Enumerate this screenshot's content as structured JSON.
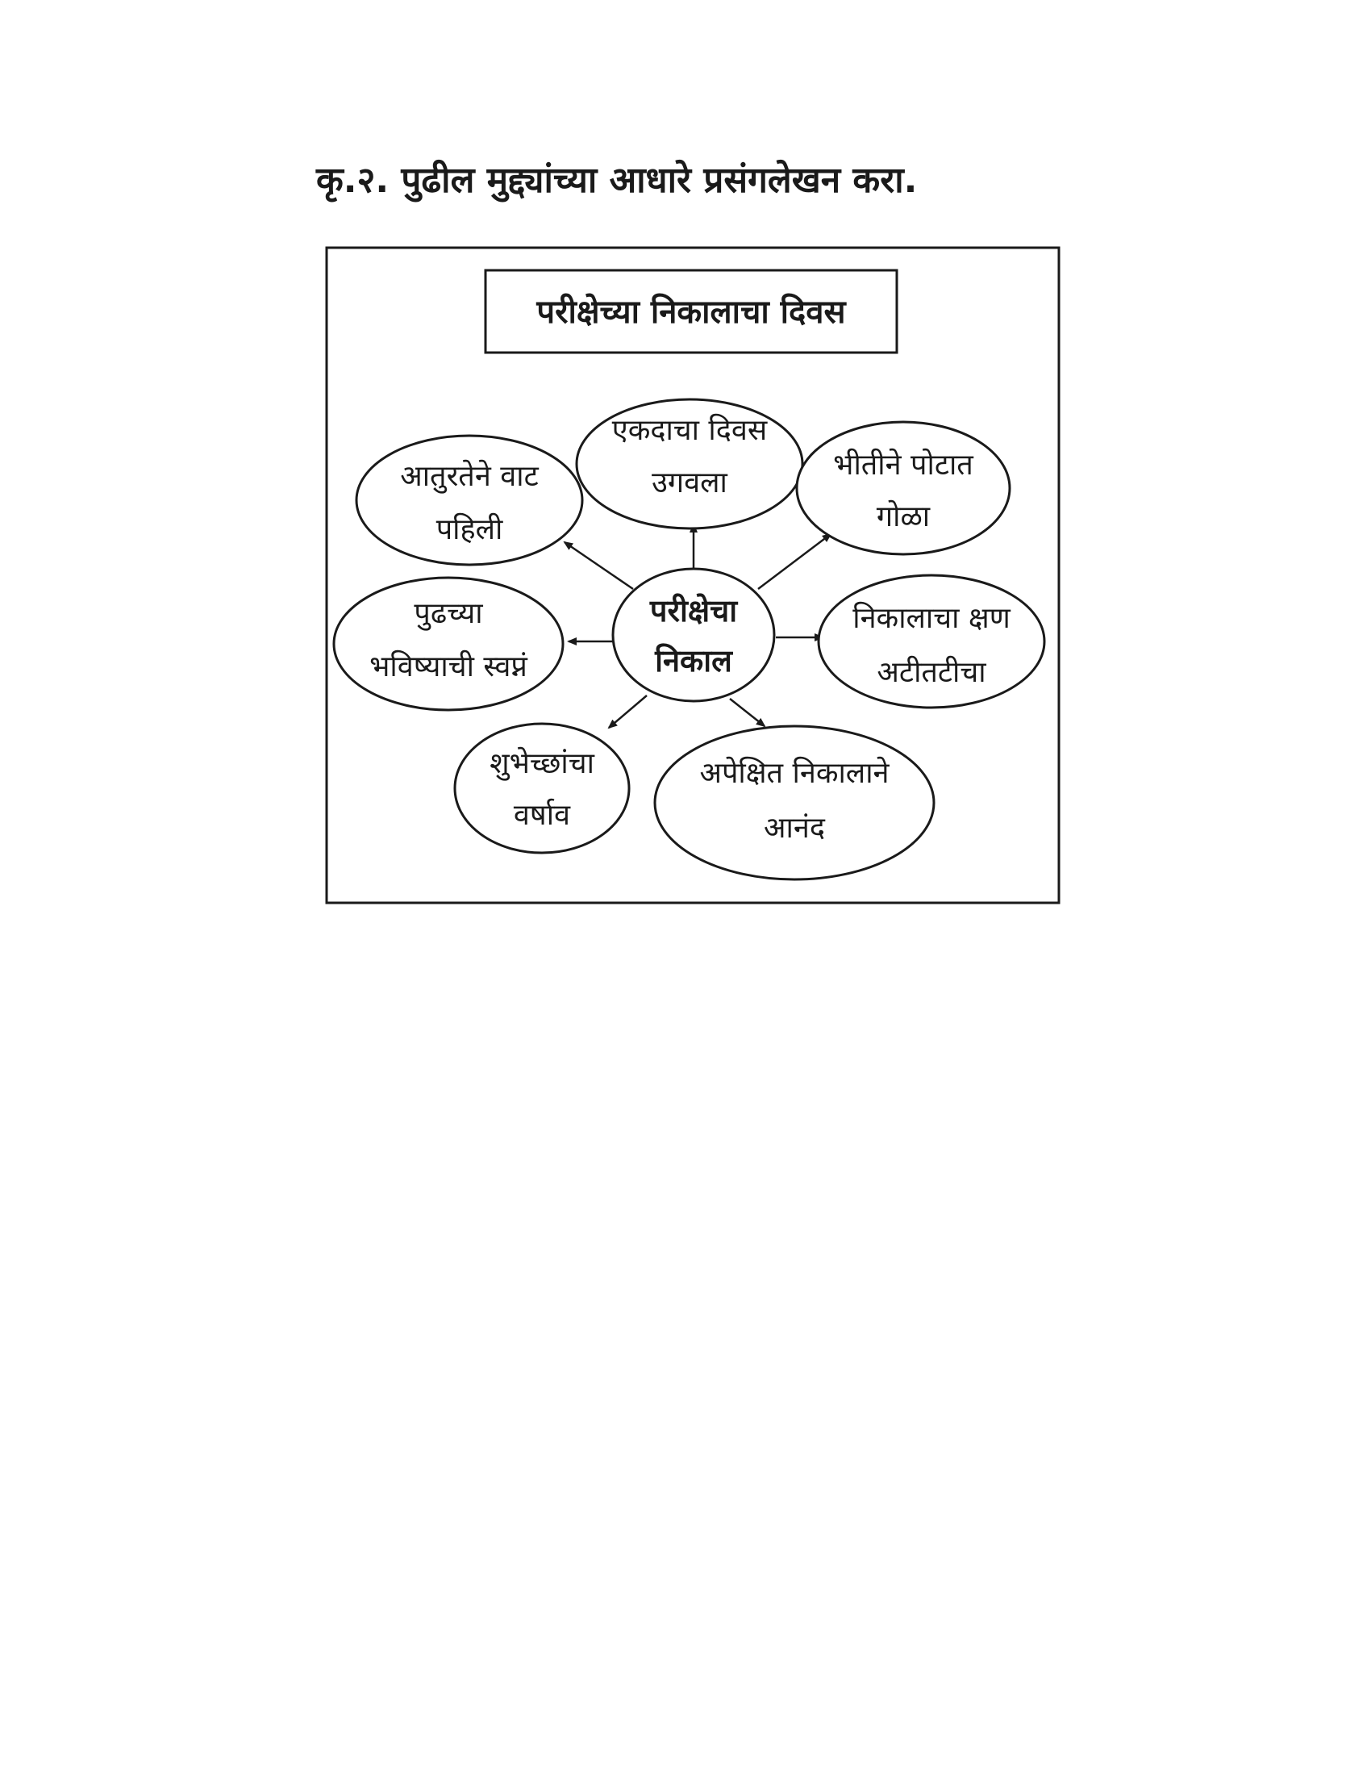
{
  "question": "कृ.२. पुढील मुद्द्यांच्या आधारे प्रसंगलेखन करा.",
  "diagram": {
    "title": "परीक्षेच्या निकालाचा दिवस",
    "center": {
      "line1": "परीक्षेचा",
      "line2": "निकाल"
    },
    "nodes": [
      {
        "id": "top",
        "line1": "एकदाचा दिवस",
        "line2": "उगवला"
      },
      {
        "id": "top-left",
        "line1": "आतुरतेने वाट",
        "line2": "पहिली"
      },
      {
        "id": "top-right",
        "line1": "भीतीने पोटात",
        "line2": "गोळा"
      },
      {
        "id": "left",
        "line1": "पुढच्या",
        "line2": "भविष्याची स्वप्नं"
      },
      {
        "id": "right",
        "line1": "निकालाचा क्षण",
        "line2": "अटीतटीचा"
      },
      {
        "id": "bottom-left",
        "line1": "शुभेच्छांचा",
        "line2": "वर्षाव"
      },
      {
        "id": "bottom-right",
        "line1": "अपेक्षित निकालाने",
        "line2": "आनंद"
      }
    ]
  }
}
